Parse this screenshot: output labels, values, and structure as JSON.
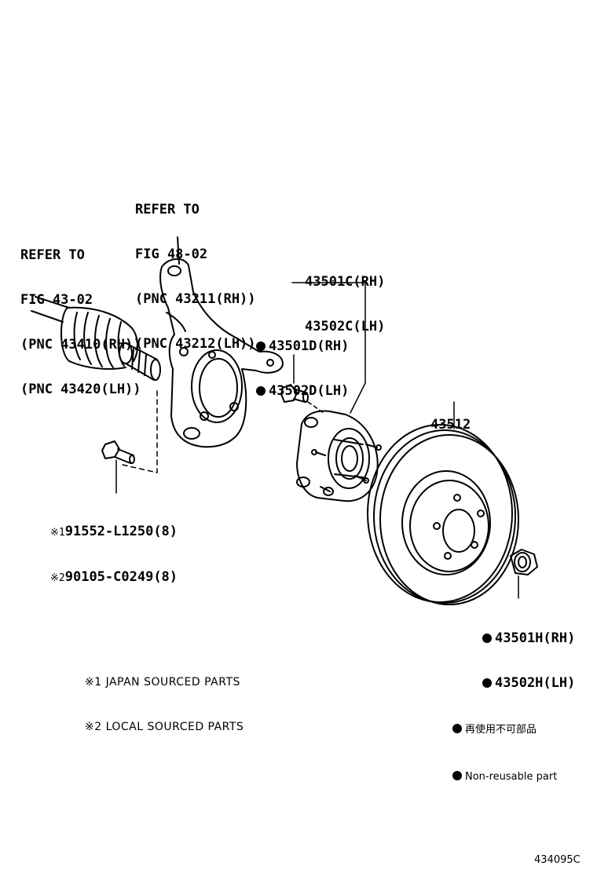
{
  "knuckle_ref": {
    "line1": "REFER TO",
    "line2": "FIG 48-02",
    "line3": "(PNC 43211(RH))",
    "line4": "(PNC 43212(LH))"
  },
  "shaft_ref": {
    "line1": "REFER TO",
    "line2": "FIG 43-02",
    "line3": "(PNC 43410(RH))",
    "line4": "(PNC 43420(LH))"
  },
  "hub_assembly": {
    "line1": "43501C(RH)",
    "line2": "43502C(LH)"
  },
  "hub_bolt": {
    "line1": "43501D(RH)",
    "line2": "43502D(LH)"
  },
  "disc": {
    "label": "43512"
  },
  "hub_nut": {
    "line1": "43501H(RH)",
    "line2": "43502H(LH)"
  },
  "knuckle_bolt": {
    "line1": "91552-L1250(8)",
    "line2": "90105-C0249(8)",
    "mark1": "※1",
    "mark2": "※2"
  },
  "notes": {
    "note1": "※1 JAPAN SOURCED PARTS",
    "note2": "※2 LOCAL SOURCED PARTS"
  },
  "legend": {
    "japanese": "再使用不可部品",
    "english": "Non-reusable part"
  },
  "figure_number": "434095C"
}
